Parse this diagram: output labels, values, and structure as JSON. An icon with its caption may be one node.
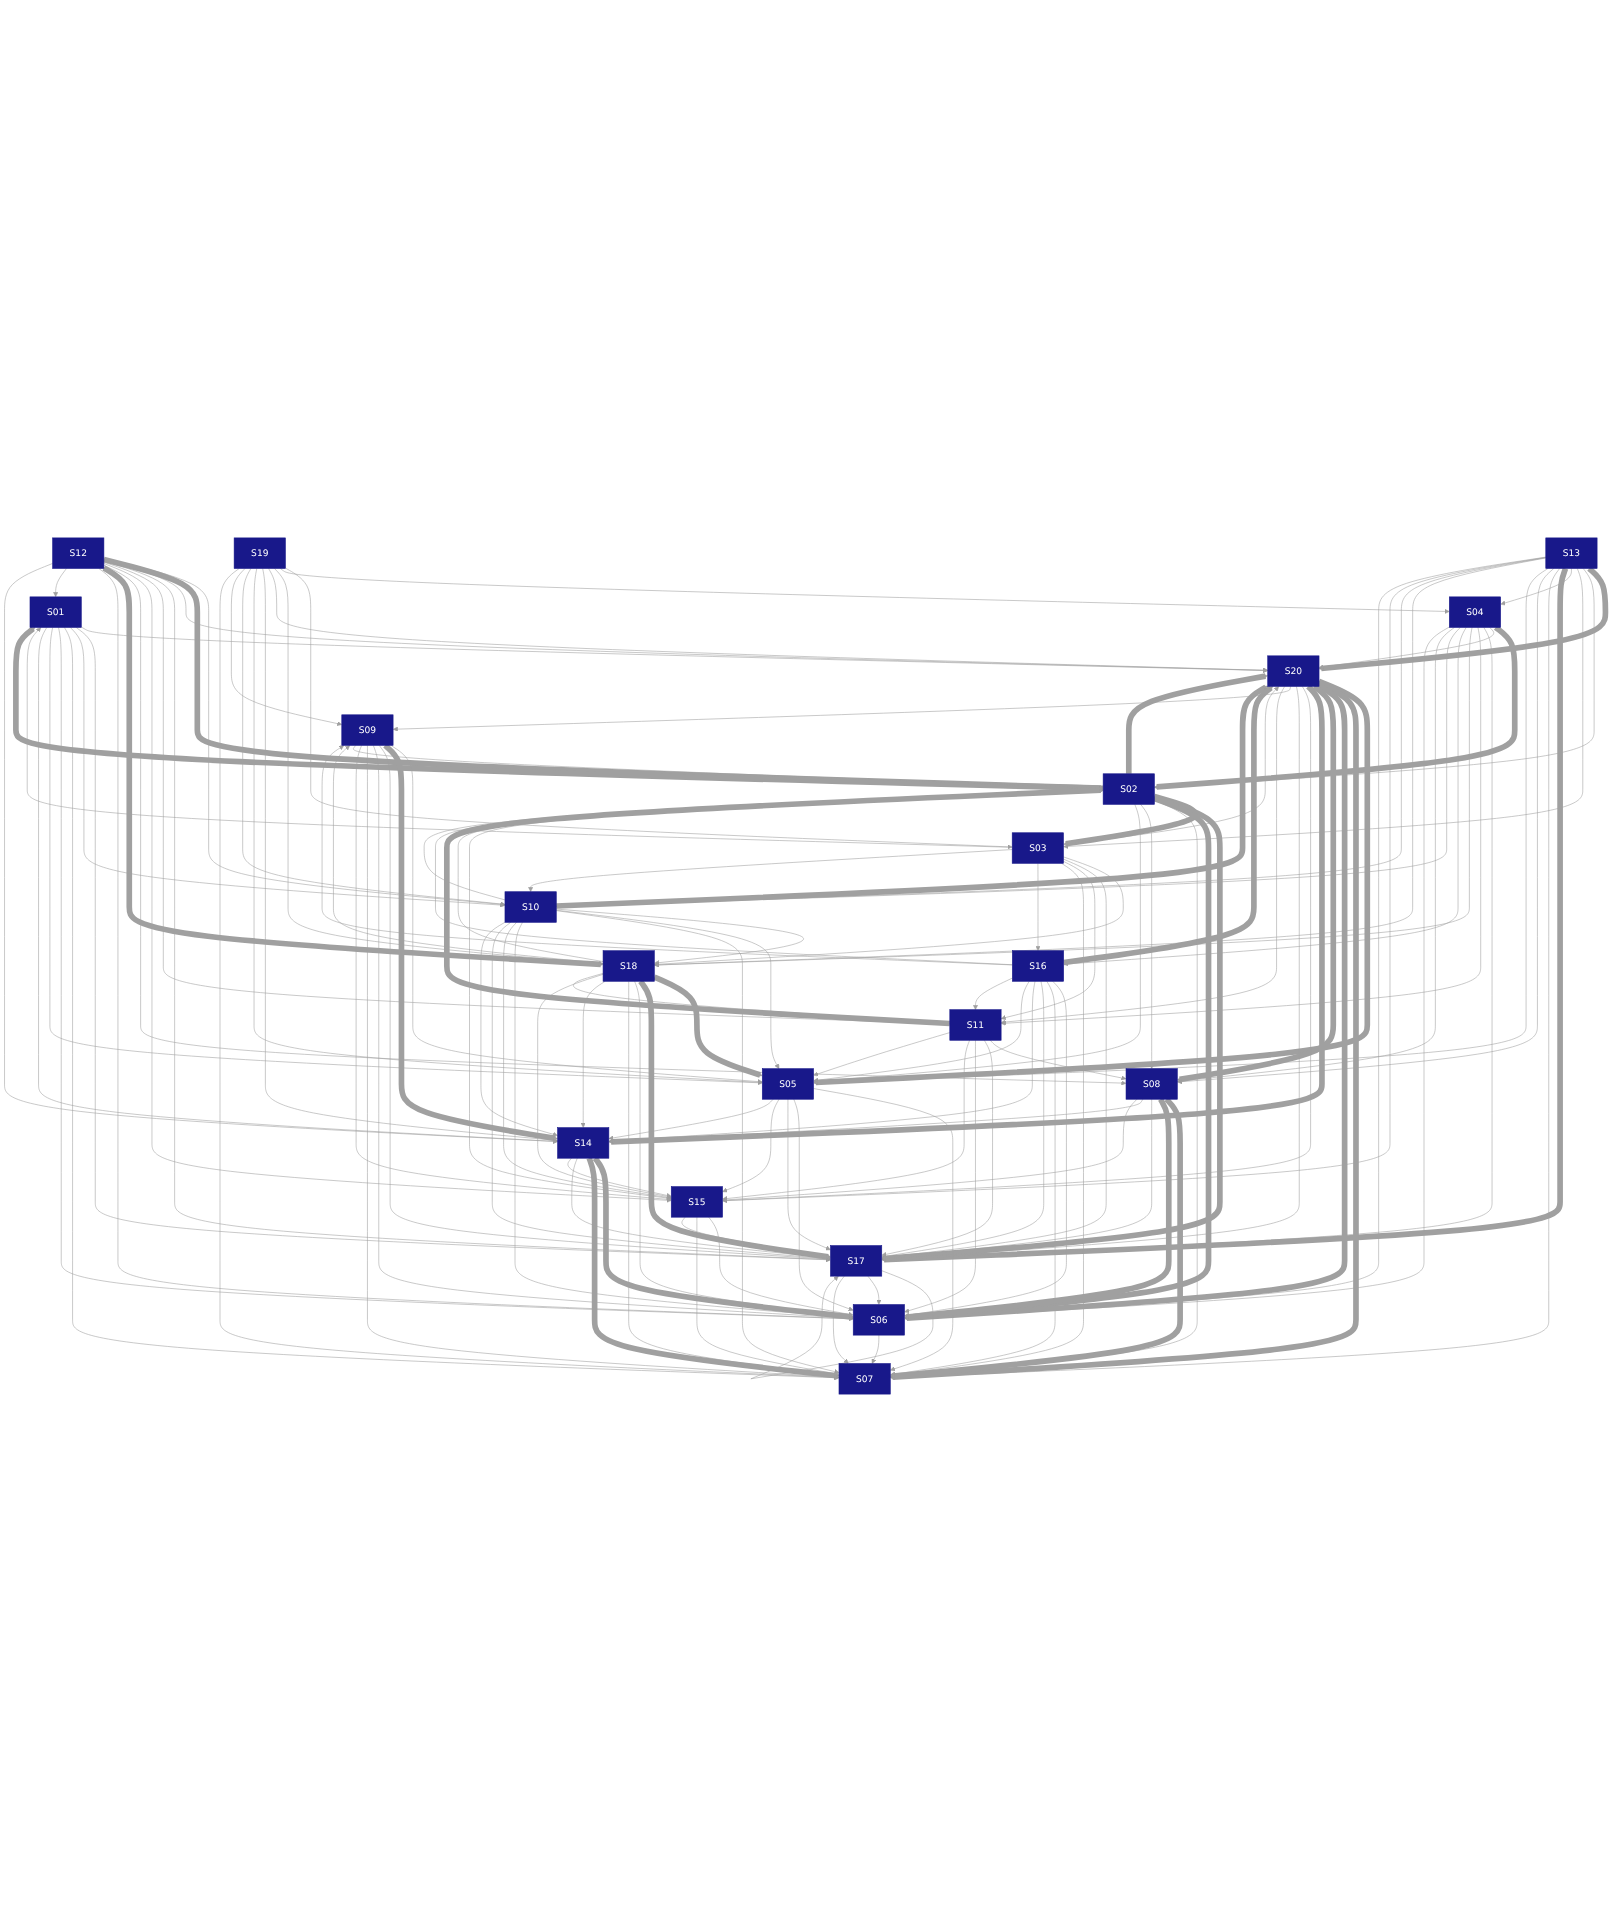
{
  "diagram": {
    "nodes": [
      {
        "text": [
          "S01"
        ]
      },
      {
        "text": [
          "S02"
        ]
      },
      {
        "text": [
          "S03"
        ]
      },
      {
        "text": [
          "S04"
        ]
      },
      {
        "text": [
          "S05"
        ]
      },
      {
        "text": [
          "S06"
        ]
      },
      {
        "text": [
          "S07"
        ]
      },
      {
        "text": [
          "S08"
        ]
      },
      {
        "text": [
          "S09"
        ]
      },
      {
        "text": [
          "S10"
        ]
      },
      {
        "text": [
          "S11"
        ]
      },
      {
        "text": [
          "S12"
        ]
      },
      {
        "text": [
          "S13"
        ]
      },
      {
        "text": [
          "S14"
        ]
      },
      {
        "text": [
          "S15"
        ]
      },
      {
        "text": [
          "S16"
        ]
      },
      {
        "text": [
          "S17"
        ]
      },
      {
        "text": [
          "S18"
        ]
      },
      {
        "text": [
          "S19"
        ]
      },
      {
        "text": [
          "S20"
        ]
      }
    ],
    "edges": [
      {
        "from": 18,
        "to": 2,
        "arrow": "to"
      },
      {
        "from": 18,
        "to": 3,
        "arrow": "to"
      },
      {
        "from": 18,
        "to": 17,
        "arrow": "to"
      },
      {
        "from": 18,
        "to": 19,
        "arrow": "to"
      },
      {
        "from": 18,
        "to": 13,
        "arrow": "to"
      },
      {
        "from": 18,
        "to": 4,
        "arrow": "to"
      },
      {
        "from": 18,
        "to": 9,
        "arrow": "to"
      },
      {
        "from": 18,
        "to": 8,
        "arrow": "to"
      },
      {
        "from": 18,
        "to": 6,
        "arrow": "to"
      },
      {
        "from": 11,
        "to": 9,
        "arrow": "to"
      },
      {
        "from": 11,
        "to": 1,
        "arrow": "to",
        "style": "thick"
      },
      {
        "from": 11,
        "to": 19,
        "arrow": "to"
      },
      {
        "from": 11,
        "to": 16,
        "arrow": "to"
      },
      {
        "from": 11,
        "to": 10,
        "arrow": "to"
      },
      {
        "from": 11,
        "to": 14,
        "arrow": "to"
      },
      {
        "from": 11,
        "to": 7,
        "arrow": "to"
      },
      {
        "from": 11,
        "to": 17,
        "arrow": "to",
        "style": "thick"
      },
      {
        "from": 11,
        "to": 5,
        "arrow": "to"
      },
      {
        "from": 11,
        "to": 0,
        "arrow": "to"
      },
      {
        "from": 11,
        "to": 13,
        "arrow": "to"
      },
      {
        "from": 12,
        "to": 19,
        "arrow": "to",
        "style": "thick"
      },
      {
        "from": 12,
        "to": 1,
        "arrow": "to"
      },
      {
        "from": 12,
        "to": 2,
        "arrow": "to"
      },
      {
        "from": 12,
        "to": 3,
        "arrow": "to"
      },
      {
        "from": 12,
        "to": 16,
        "arrow": "to",
        "style": "thick"
      },
      {
        "from": 12,
        "to": 6,
        "arrow": "to"
      },
      {
        "from": 12,
        "to": 7,
        "arrow": "to"
      },
      {
        "from": 12,
        "to": 4,
        "arrow": "to"
      },
      {
        "from": 12,
        "to": 17,
        "arrow": "to"
      },
      {
        "from": 12,
        "to": 9,
        "arrow": "to"
      },
      {
        "from": 12,
        "to": 14,
        "arrow": "to"
      },
      {
        "from": 12,
        "to": 5,
        "arrow": "to"
      },
      {
        "from": 1,
        "to": 2,
        "arrow": "to",
        "style": "thick"
      },
      {
        "from": 2,
        "to": 0,
        "arrow": "to"
      },
      {
        "from": 2,
        "to": 19,
        "arrow": "to"
      },
      {
        "from": 2,
        "to": 17,
        "arrow": "to"
      },
      {
        "from": 2,
        "to": 16,
        "arrow": "to"
      },
      {
        "from": 2,
        "to": 10,
        "arrow": "to"
      },
      {
        "from": 2,
        "to": 6,
        "arrow": "to"
      },
      {
        "from": 2,
        "to": 15,
        "arrow": "to"
      },
      {
        "from": 2,
        "to": 9,
        "arrow": "to"
      },
      {
        "from": 3,
        "to": 1,
        "arrow": "to",
        "style": "thick"
      },
      {
        "from": 3,
        "to": 19,
        "arrow": "to"
      },
      {
        "from": 3,
        "to": 16,
        "arrow": "to"
      },
      {
        "from": 3,
        "to": 10,
        "arrow": "to"
      },
      {
        "from": 3,
        "to": 17,
        "arrow": "to"
      },
      {
        "from": 3,
        "to": 15,
        "arrow": "to"
      },
      {
        "from": 3,
        "to": 9,
        "arrow": "to"
      },
      {
        "from": 3,
        "to": 7,
        "arrow": "to"
      },
      {
        "from": 3,
        "to": 5,
        "arrow": "to"
      },
      {
        "from": 1,
        "to": 0,
        "arrow": "to",
        "style": "thick"
      },
      {
        "from": 0,
        "to": 19,
        "arrow": "to"
      },
      {
        "from": 0,
        "to": 16,
        "arrow": "to"
      },
      {
        "from": 0,
        "to": 9,
        "arrow": "to"
      },
      {
        "from": 0,
        "to": 6,
        "arrow": "to"
      },
      {
        "from": 0,
        "to": 5,
        "arrow": "to"
      },
      {
        "from": 0,
        "to": 4,
        "arrow": "to"
      },
      {
        "from": 0,
        "to": 13,
        "arrow": "to"
      },
      {
        "from": 15,
        "to": 19,
        "arrow": "to",
        "style": "thick"
      },
      {
        "from": 15,
        "to": 1,
        "arrow": "to"
      },
      {
        "from": 15,
        "to": 5,
        "arrow": "to"
      },
      {
        "from": 15,
        "to": 6,
        "arrow": "to"
      },
      {
        "from": 15,
        "to": 16,
        "arrow": "to"
      },
      {
        "from": 15,
        "to": 13,
        "arrow": "to"
      },
      {
        "from": 15,
        "to": 4,
        "arrow": "to"
      },
      {
        "from": 15,
        "to": 8,
        "arrow": "to"
      },
      {
        "from": 15,
        "to": 10,
        "arrow": "to"
      },
      {
        "from": 9,
        "to": 19,
        "arrow": "to",
        "style": "thick"
      },
      {
        "from": 9,
        "to": 1,
        "arrow": "to"
      },
      {
        "from": 9,
        "to": 17,
        "arrow": "to"
      },
      {
        "from": 9,
        "to": 4,
        "arrow": "to"
      },
      {
        "from": 9,
        "to": 6,
        "arrow": "to"
      },
      {
        "from": 9,
        "to": 5,
        "arrow": "to"
      },
      {
        "from": 9,
        "to": 14,
        "arrow": "to"
      },
      {
        "from": 9,
        "to": 16,
        "arrow": "to"
      },
      {
        "from": 9,
        "to": 13,
        "arrow": "to"
      },
      {
        "from": 17,
        "to": 4,
        "arrow": "to",
        "style": "thick"
      },
      {
        "from": 17,
        "to": 16,
        "arrow": "to",
        "style": "thick"
      },
      {
        "from": 17,
        "to": 5,
        "arrow": "to"
      },
      {
        "from": 17,
        "to": 6,
        "arrow": "to"
      },
      {
        "from": 17,
        "to": 1,
        "arrow": "to"
      },
      {
        "from": 17,
        "to": 8,
        "arrow": "to"
      },
      {
        "from": 17,
        "to": 13,
        "arrow": "to"
      },
      {
        "from": 17,
        "to": 14,
        "arrow": "to"
      },
      {
        "from": 17,
        "to": 10,
        "arrow": "to"
      },
      {
        "from": 1,
        "to": 16,
        "arrow": "to",
        "style": "thick"
      },
      {
        "from": 1,
        "to": 5,
        "arrow": "to",
        "style": "thick"
      },
      {
        "from": 1,
        "to": 6,
        "arrow": "to"
      },
      {
        "from": 1,
        "to": 7,
        "arrow": "to"
      },
      {
        "from": 1,
        "to": 4,
        "arrow": "to"
      },
      {
        "from": 1,
        "to": 14,
        "arrow": "to"
      },
      {
        "from": 1,
        "to": 19,
        "arrow": "to",
        "style": "thick"
      },
      {
        "from": 19,
        "to": 4,
        "arrow": "to",
        "style": "thick"
      },
      {
        "from": 19,
        "to": 6,
        "arrow": "to",
        "style": "thick"
      },
      {
        "from": 19,
        "to": 5,
        "arrow": "to",
        "style": "thick"
      },
      {
        "from": 19,
        "to": 7,
        "arrow": "to",
        "style": "thick"
      },
      {
        "from": 19,
        "to": 13,
        "arrow": "to",
        "style": "thick"
      },
      {
        "from": 19,
        "to": 14,
        "arrow": "to"
      },
      {
        "from": 19,
        "to": 16,
        "arrow": "to"
      },
      {
        "from": 19,
        "to": 8,
        "arrow": "to"
      },
      {
        "from": 19,
        "to": 10,
        "arrow": "to"
      },
      {
        "from": 10,
        "to": 1,
        "arrow": "to",
        "style": "thick"
      },
      {
        "from": 10,
        "to": 7,
        "arrow": "to"
      },
      {
        "from": 10,
        "to": 16,
        "arrow": "to"
      },
      {
        "from": 10,
        "to": 5,
        "arrow": "to"
      },
      {
        "from": 10,
        "to": 14,
        "arrow": "to"
      },
      {
        "from": 10,
        "to": 4,
        "arrow": "to"
      },
      {
        "from": 8,
        "to": 4,
        "arrow": "to"
      },
      {
        "from": 8,
        "to": 13,
        "arrow": "to",
        "style": "thick"
      },
      {
        "from": 8,
        "to": 16,
        "arrow": "to"
      },
      {
        "from": 8,
        "to": 5,
        "arrow": "to"
      },
      {
        "from": 8,
        "to": 6,
        "arrow": "to"
      },
      {
        "from": 8,
        "to": 14,
        "arrow": "to"
      },
      {
        "from": 8,
        "to": 1,
        "arrow": "to"
      },
      {
        "from": 4,
        "to": 6,
        "arrow": "to"
      },
      {
        "from": 4,
        "to": 5,
        "arrow": "to"
      },
      {
        "from": 4,
        "to": 16,
        "arrow": "to"
      },
      {
        "from": 4,
        "to": 14,
        "arrow": "to"
      },
      {
        "from": 4,
        "to": 13,
        "arrow": "to"
      },
      {
        "from": 7,
        "to": 6,
        "arrow": "to",
        "style": "thick"
      },
      {
        "from": 7,
        "to": 5,
        "arrow": "to",
        "style": "thick"
      },
      {
        "from": 7,
        "to": 16,
        "arrow": "to"
      },
      {
        "from": 7,
        "to": 13,
        "arrow": "to"
      },
      {
        "from": 7,
        "to": 14,
        "arrow": "to"
      },
      {
        "from": 13,
        "to": 5,
        "arrow": "to",
        "style": "thick"
      },
      {
        "from": 13,
        "to": 6,
        "arrow": "to",
        "style": "thick"
      },
      {
        "from": 13,
        "to": 16,
        "arrow": "to"
      },
      {
        "from": 13,
        "to": 14,
        "arrow": "to"
      },
      {
        "from": 14,
        "to": 5,
        "arrow": "to"
      },
      {
        "from": 14,
        "to": 6,
        "arrow": "to"
      },
      {
        "from": 14,
        "to": 16,
        "arrow": "to"
      },
      {
        "from": 16,
        "to": 16,
        "arrow": "to"
      },
      {
        "from": 16,
        "to": 5,
        "arrow": "to"
      },
      {
        "from": 16,
        "to": 6,
        "arrow": "to"
      },
      {
        "from": 5,
        "to": 6,
        "arrow": "to"
      }
    ]
  }
}
